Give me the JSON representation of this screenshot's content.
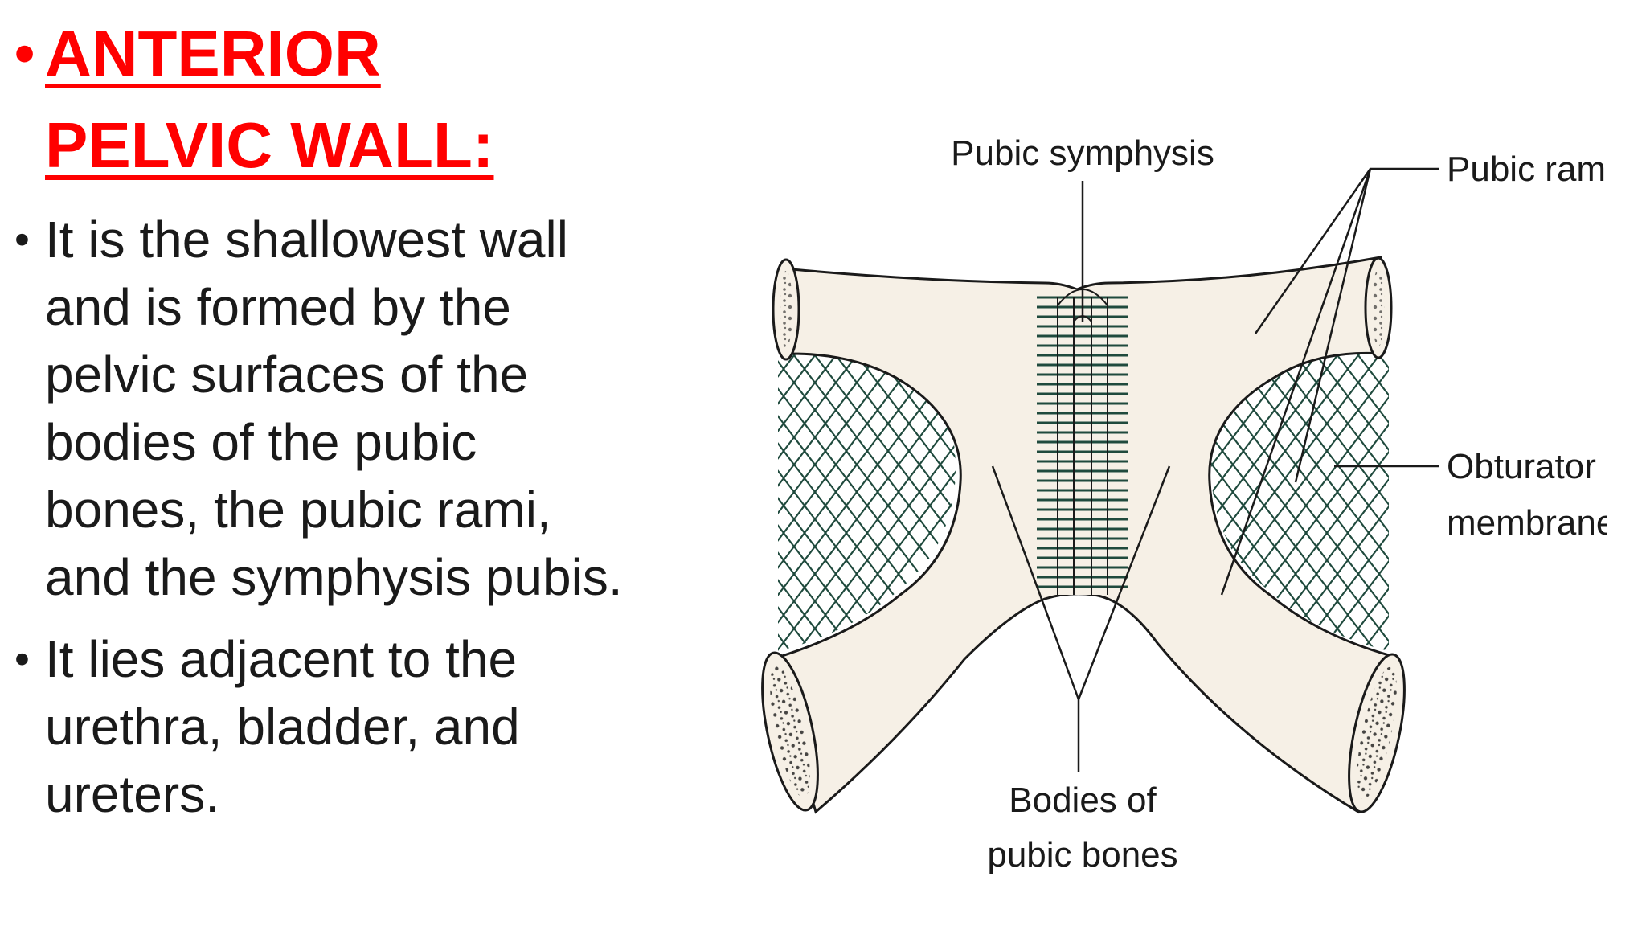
{
  "title": {
    "bullet": "•",
    "line1": "ANTERIOR",
    "line2": "PELVIC WALL:"
  },
  "bullets": [
    {
      "dot": "•",
      "text": "It is the shallowest wall and is formed by the pelvic surfaces of the bodies of the pubic bones, the pubic rami, and the symphysis pubis."
    },
    {
      "dot": "•",
      "text": "It lies adjacent to the urethra, bladder, and ureters."
    }
  ],
  "diagram": {
    "labels": {
      "pubic_symphysis": "Pubic symphysis",
      "pubic_rami": "Pubic rami",
      "obturator_line1": "Obturator",
      "obturator_line2": "membrane",
      "bodies_line1": "Bodies of",
      "bodies_line2": "pubic bones"
    },
    "colors": {
      "bone": "#f6f0e6",
      "mesh": "#1f4a3d",
      "outline": "#1a1a1a"
    }
  },
  "colors": {
    "title": "#ff0000",
    "text": "#1a1a1a",
    "background": "#ffffff"
  }
}
